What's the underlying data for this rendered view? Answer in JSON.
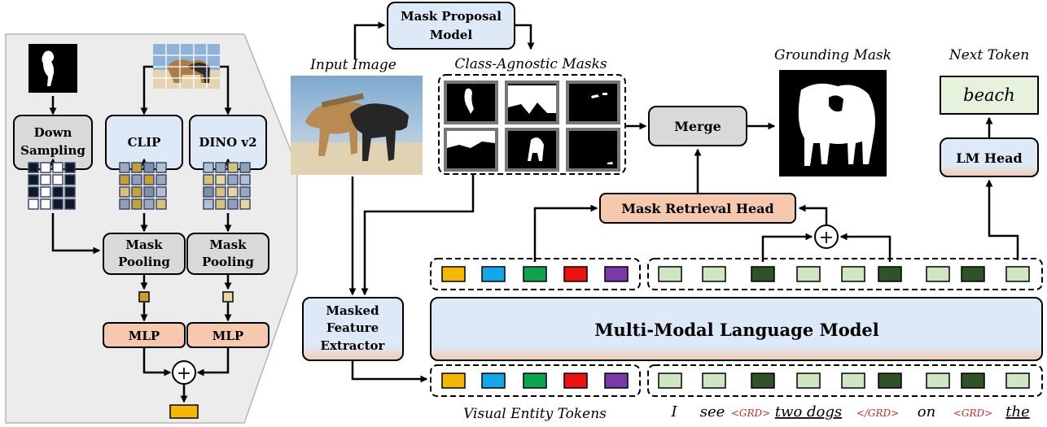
{
  "boxes": {
    "mask_proposal_line1": "Mask Proposal",
    "mask_proposal_line2": "Model",
    "down_sampling_line1": "Down",
    "down_sampling_line2": "Sampling",
    "clip": "CLIP",
    "dino": "DINO v2",
    "mask_pooling_line1": "Mask",
    "mask_pooling_line2": "Pooling",
    "mlp": "MLP",
    "merge": "Merge",
    "lm_head": "LM Head",
    "mask_retrieval_head": "Mask Retrieval Head",
    "masked_feature_line1": "Masked",
    "masked_feature_line2": "Feature",
    "masked_feature_line3": "Extractor",
    "mllm": "Multi-Modal Language Model",
    "next_token_value": "beach",
    "plus": "+"
  },
  "captions": {
    "input_image": "Input Image",
    "class_agnostic_masks": "Class-Agnostic Masks",
    "grounding_mask": "Grounding Mask",
    "next_token": "Next Token",
    "visual_entity_tokens": "Visual Entity Tokens"
  },
  "sentence": {
    "words": [
      "I",
      "see",
      "<GRD>",
      "two dogs",
      "</GRD>",
      "on",
      "<GRD>",
      "the"
    ]
  },
  "colors": {
    "entity_tokens": [
      "#f5b800",
      "#10a8e8",
      "#0da34f",
      "#ee1111",
      "#7a3aa6"
    ],
    "light_token": "#cfe6c2",
    "dark_token": "#2f5228",
    "blue_box": "#dde9f6",
    "salmon_box": "#f6c9ae",
    "gray_box": "#d9d9d9",
    "panel": "#ececec",
    "grd_tag": "#c0302b"
  }
}
